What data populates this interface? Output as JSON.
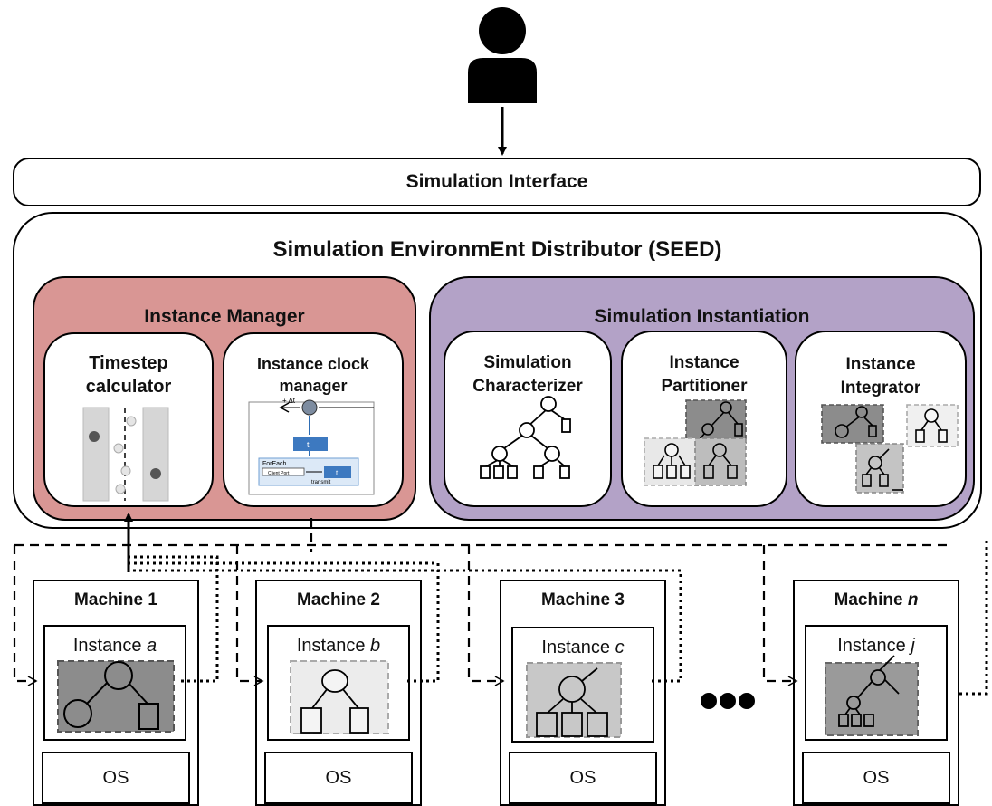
{
  "interface": {
    "title": "Simulation Interface"
  },
  "seed": {
    "title": "Simulation EnvironmEnt Distributor (SEED)"
  },
  "instance_manager": {
    "title": "Instance Manager",
    "timestep": {
      "title": "Timestep calculator"
    },
    "clock": {
      "title": "Instance clock manager",
      "inner": {
        "delta": "+ Δt",
        "block_t": "t",
        "foreach": "ForEach",
        "client": "Client Port",
        "t2": "t",
        "transmit": "transmit"
      }
    }
  },
  "instantiation": {
    "title": "Simulation Instantiation",
    "characterizer": {
      "title": "Simulation Characterizer"
    },
    "partitioner": {
      "title": "Instance Partitioner"
    },
    "integrator": {
      "title": "Instance Integrator"
    }
  },
  "machines": [
    {
      "name": "Machine ",
      "var": "1",
      "italic": false,
      "instance": "Instance ",
      "inst_var": "a",
      "os": "OS"
    },
    {
      "name": "Machine ",
      "var": "2",
      "italic": false,
      "instance": "Instance ",
      "inst_var": "b",
      "os": "OS"
    },
    {
      "name": "Machine ",
      "var": "3",
      "italic": false,
      "instance": "Instance ",
      "inst_var": "c",
      "os": "OS"
    },
    {
      "name": "Machine ",
      "var": "n",
      "italic": true,
      "instance": "Instance ",
      "inst_var": "j",
      "os": "OS"
    }
  ],
  "colors": {
    "manager_fill": "#d99694",
    "instantiation_fill": "#b3a2c7",
    "dark_gray": "#8c8c8c",
    "mid_gray": "#c8c8c8",
    "light_gray": "#ececec"
  },
  "icons": {
    "user": "user-icon",
    "ellipsis": "ellipsis-icon"
  }
}
